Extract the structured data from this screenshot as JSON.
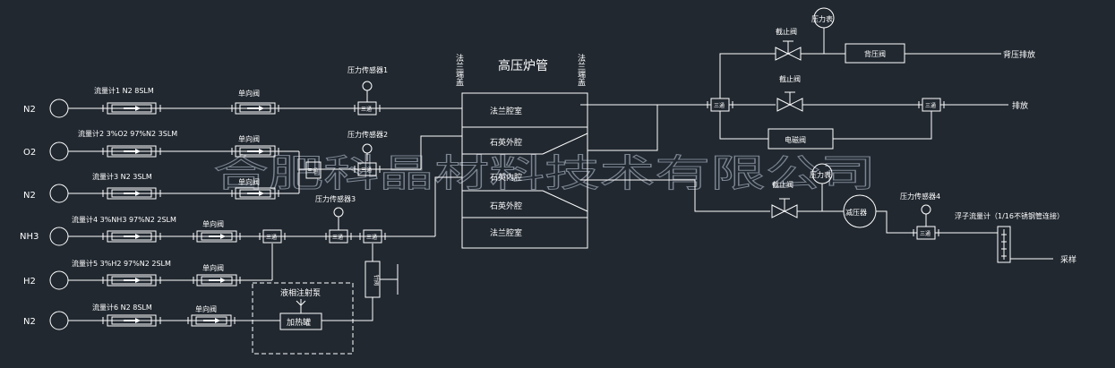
{
  "watermark": "合肥科晶材料技术有限公司",
  "gases": [
    "N2",
    "O2",
    "N2",
    "NH3",
    "H2",
    "N2"
  ],
  "flowmeters": [
    "流量计1 N2 8SLM",
    "流量计2 3%O2 97%N2 3SLM",
    "流量计3 N2 3SLM",
    "流量计4 3%NH3 97%N2 2SLM",
    "流量计5 3%H2 97%N2 2SLM",
    "流量计6 N2 8SLM"
  ],
  "labels": {
    "check_valve": "单向阀",
    "tee": "三通",
    "pressure_sensor_1": "压力传感器1",
    "pressure_sensor_2": "压力传感器2",
    "pressure_sensor_3": "压力传感器3",
    "pressure_sensor_4": "压力传感器4",
    "flange_end": "法兰端盖",
    "furnace_title": "高压炉管",
    "chambers": [
      "法兰腔室",
      "石英外腔",
      "石英内腔",
      "石英外腔",
      "法兰腔室"
    ],
    "liquid_pump": "液相注射泵",
    "heater": "加热罐",
    "needle_valve": "针阀",
    "pressure_gauge": "压力表",
    "stop_valve": "截止阀",
    "back_pressure_valve": "背压阀",
    "back_pressure_vent": "背压排放",
    "vent": "排放",
    "solenoid_valve": "电磁阀",
    "reducer": "减压器",
    "float_meter": "浮子流量计（1/16不锈钢管连接）",
    "sampling": "采样"
  }
}
